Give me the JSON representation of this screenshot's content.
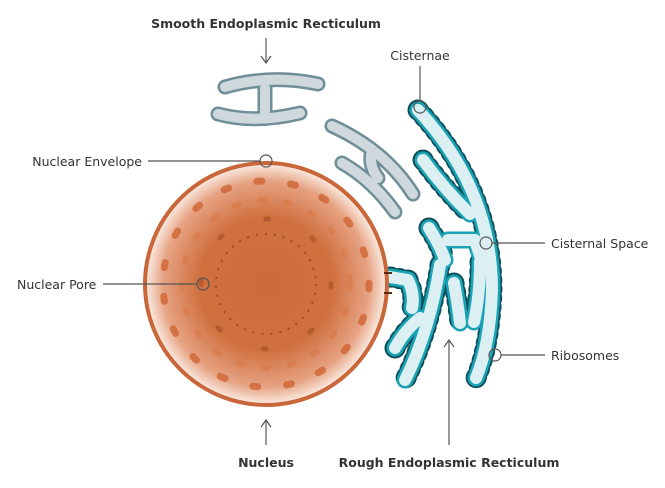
{
  "title": "Smooth Endoplasmic Recticulum",
  "labels": {
    "smooth_er": "Smooth Endoplasmic Recticulum",
    "cisternae": "Cisternae",
    "nuclear_envelope": "Nuclear Envelope",
    "nuclear_pore": "Nuclear Pore",
    "cisternal_space": "Cisternal Space",
    "ribosomes": "Ribosomes",
    "nucleus": "Nucleus",
    "rough_er": "Rough Endoplasmic Recticulum"
  },
  "colors": {
    "nucleus": "#c9663a",
    "smooth_er_outline": "#6f8f98",
    "smooth_er_fill": "#cfd8dc",
    "rough_er_outline": "#1aa3b5",
    "rough_er_fill": "#dcf0f4",
    "ribosome": "#0d4f5a",
    "leader": "#555555"
  }
}
